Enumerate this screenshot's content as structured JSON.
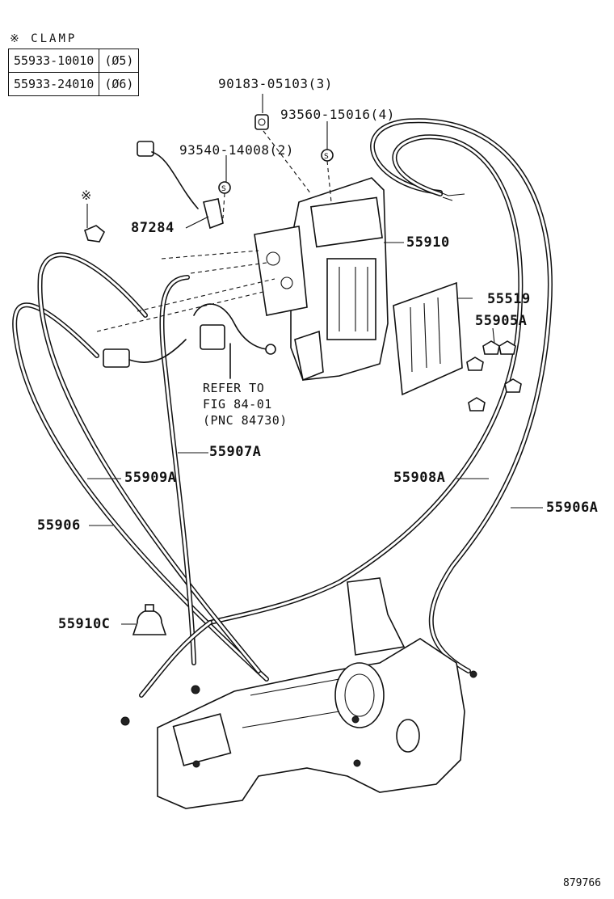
{
  "clamp": {
    "title": "※ CLAMP",
    "rows": [
      {
        "part": "55933-10010",
        "size": "(Ø5)"
      },
      {
        "part": "55933-24010",
        "size": "(Ø6)"
      }
    ]
  },
  "callouts": {
    "screw": "90183-05103(3)",
    "washer_a": "93560-15016(4)",
    "washer_b": "93540-14008(2)",
    "bracket": "87284",
    "clamp_mark": "※",
    "control_unit": "55910",
    "cover": "55519",
    "knob": "55905A",
    "refer_1": "REFER TO",
    "refer_2": "FIG 84-01",
    "refer_3": "(PNC 84730)",
    "cable_907a": "55907A",
    "cable_909a": "55909A",
    "cable_906": "55906",
    "cable_908a": "55908A",
    "cable_906a": "55906A",
    "grommet": "55910C"
  },
  "footer": {
    "code": "879766"
  }
}
